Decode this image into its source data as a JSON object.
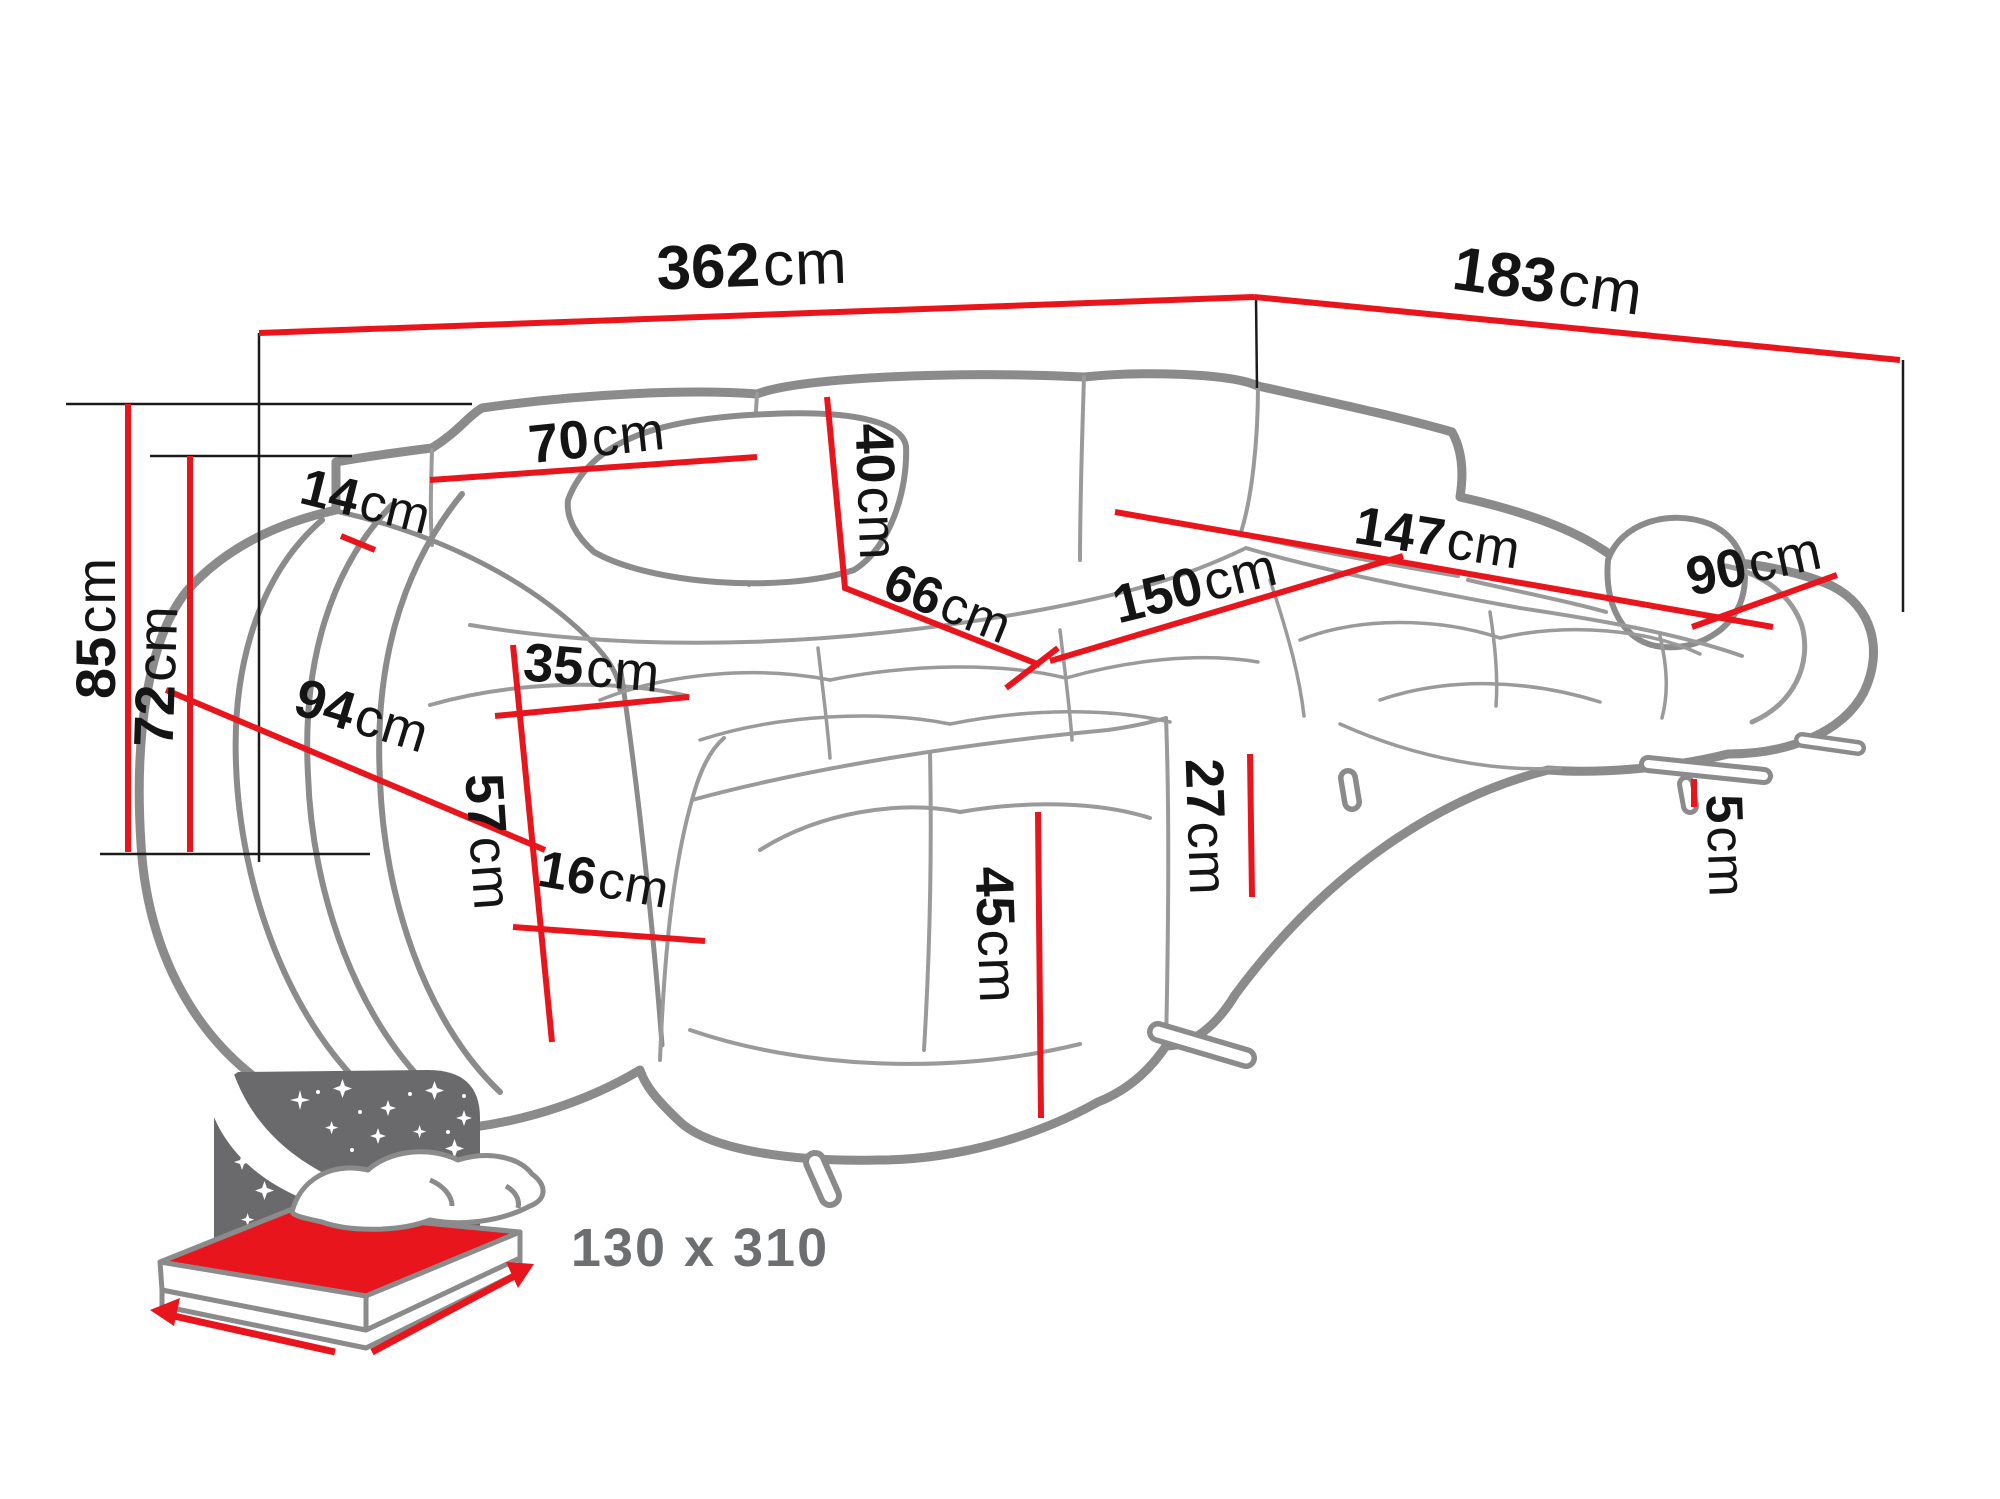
{
  "page": {
    "type": "sofa-dimension-diagram",
    "background": "#ffffff"
  },
  "colors": {
    "dimension_line": "#e8161c",
    "guide_line": "#1b1b1b",
    "sofa_outline": "#8b8b8b",
    "label_text": "#141414",
    "sleeping_label_text": "#6d6e70",
    "icon_sky": "#6a6a6c"
  },
  "dims": {
    "width_total": {
      "num": "362",
      "unit": "cm"
    },
    "depth_total": {
      "num": "183",
      "unit": "cm"
    },
    "backrest_width": {
      "num": "70",
      "unit": "cm"
    },
    "headrest_depth": {
      "num": "14",
      "unit": "cm"
    },
    "back_cushion_height": {
      "num": "40",
      "unit": "cm"
    },
    "seat_depth": {
      "num": "66",
      "unit": "cm"
    },
    "seat_width": {
      "num": "150",
      "unit": "cm"
    },
    "chaise_length": {
      "num": "147",
      "unit": "cm"
    },
    "chaise_width": {
      "num": "90",
      "unit": "cm"
    },
    "height_total": {
      "num": "85",
      "unit": "cm"
    },
    "height_arm": {
      "num": "72",
      "unit": "cm"
    },
    "arm_depth": {
      "num": "94",
      "unit": "cm"
    },
    "arm_top_width": {
      "num": "35",
      "unit": "cm"
    },
    "arm_front_height": {
      "num": "57",
      "unit": "cm"
    },
    "arm_base_height": {
      "num": "16",
      "unit": "cm"
    },
    "seat_height": {
      "num": "45",
      "unit": "cm"
    },
    "seat_cushion_height": {
      "num": "27",
      "unit": "cm"
    },
    "leg_height": {
      "num": "5",
      "unit": "cm"
    }
  },
  "sleeping_area": {
    "label": "130 x 310"
  }
}
